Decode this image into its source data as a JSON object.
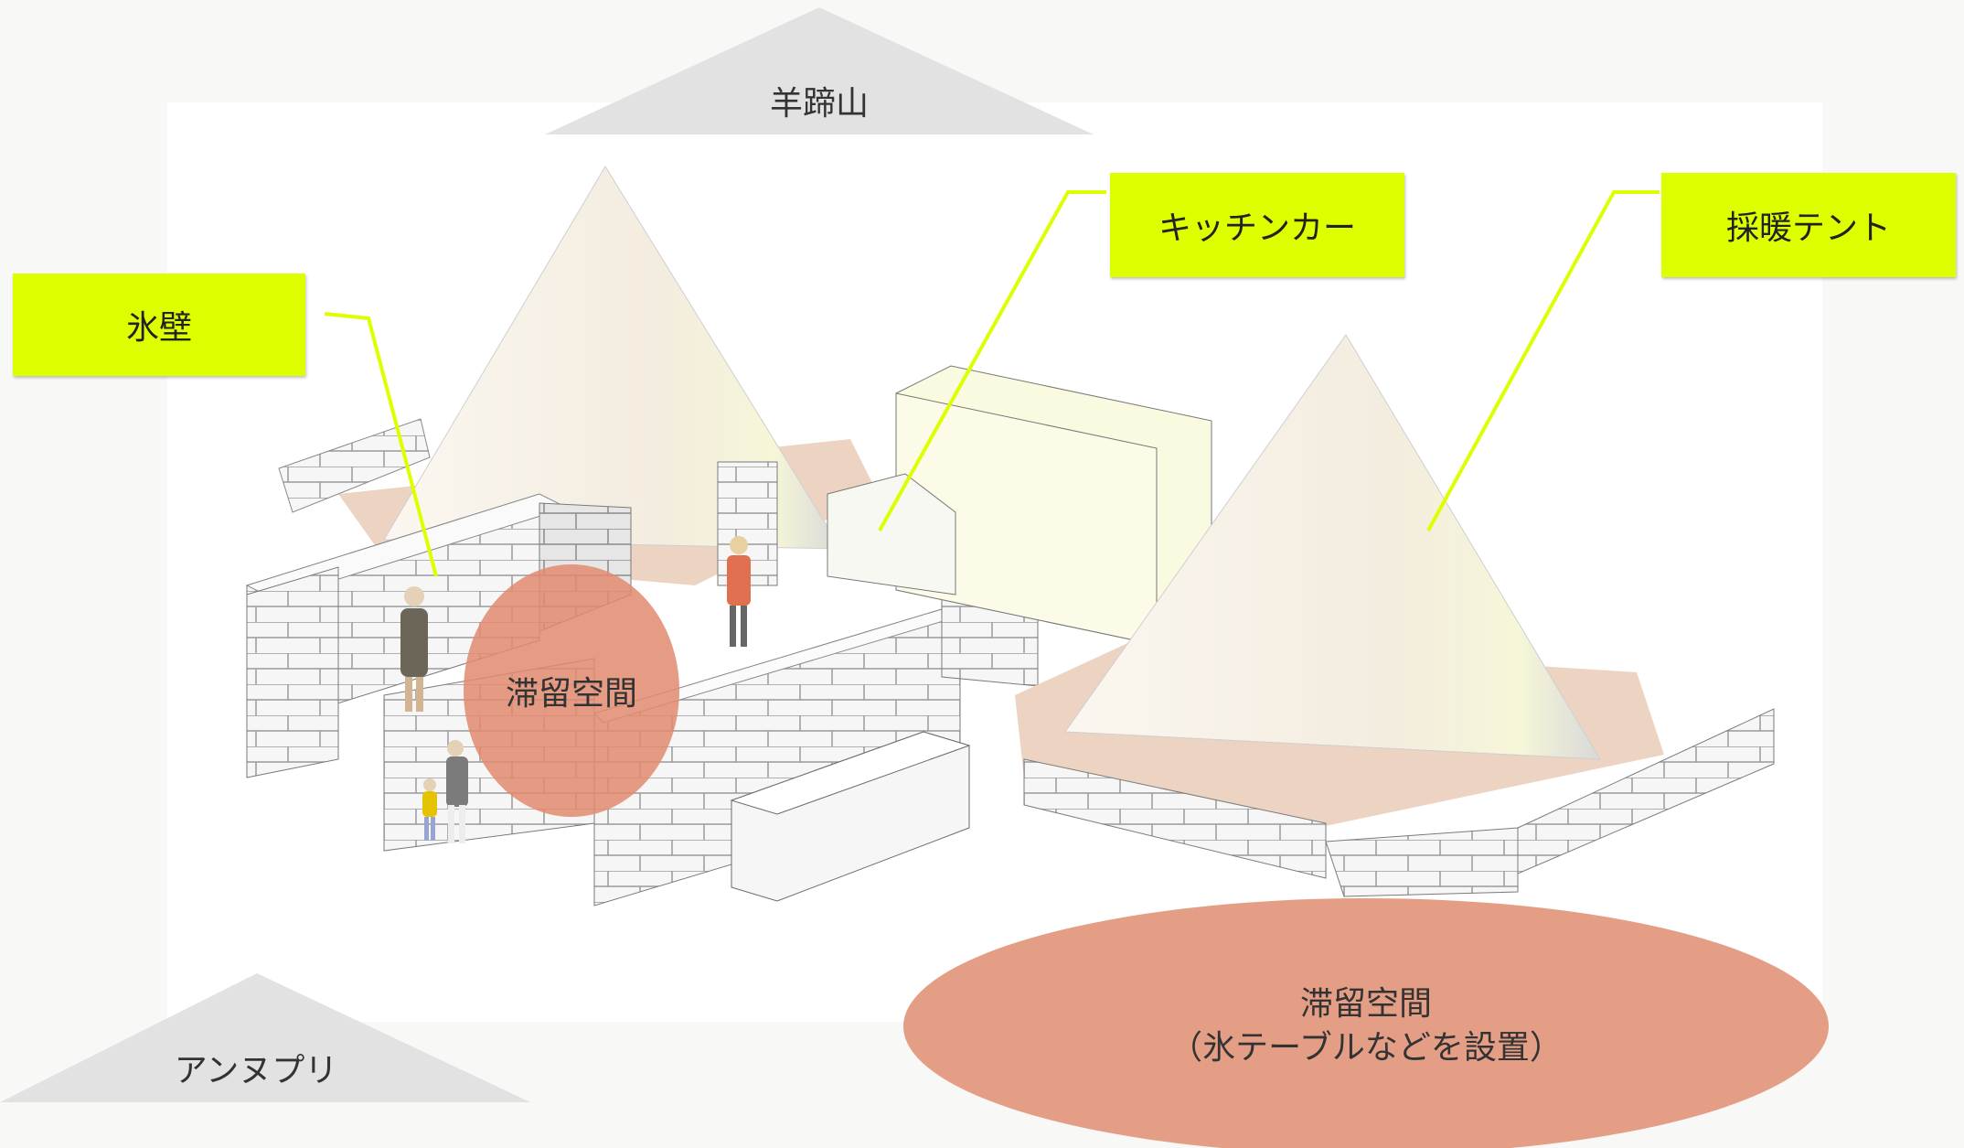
{
  "mountains": {
    "top": "羊蹄山",
    "bottom": "アンヌプリ"
  },
  "callouts": {
    "ice_wall": "氷壁",
    "kitchen_car": "キッチンカー",
    "heated_tent": "採暖テント"
  },
  "zones": {
    "inner": "滞留空間",
    "outer_line1": "滞留空間",
    "outer_line2": "（氷テーブルなどを設置）"
  },
  "colors": {
    "callout_fill": "#ddff00",
    "zone_fill": "#e08a6e",
    "mountain_fill": "#e2e2e2",
    "ice_block": "#f4f4f4",
    "tent": "#f5efe5",
    "kitchen_car": "#fafae0"
  }
}
